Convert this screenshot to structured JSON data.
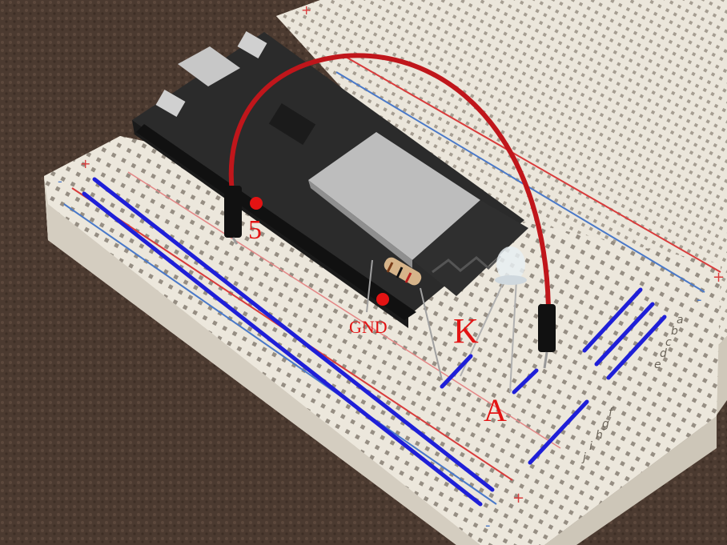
{
  "photo": {
    "colors": {
      "carpet": "#4b3a30",
      "breadboard": "#ece7dc",
      "board": "#2b2b2b",
      "module": "#bdbdbd",
      "wire": "#c0161b",
      "annotation_red": "#e31313",
      "annotation_blue": "#1f1fd8",
      "rail_red": "#d93b3b",
      "rail_blue": "#4a79c9"
    }
  },
  "annotations": {
    "pin5_label": "5",
    "gnd_label": "GND",
    "cathode_label": "K",
    "anode_label": "A"
  },
  "board_marks": {
    "rail_plus_sign": "+",
    "rail_minus_sign": "-",
    "row_letters": [
      "a",
      "b",
      "c",
      "d",
      "e",
      "f",
      "g",
      "h",
      "i",
      "j"
    ]
  }
}
